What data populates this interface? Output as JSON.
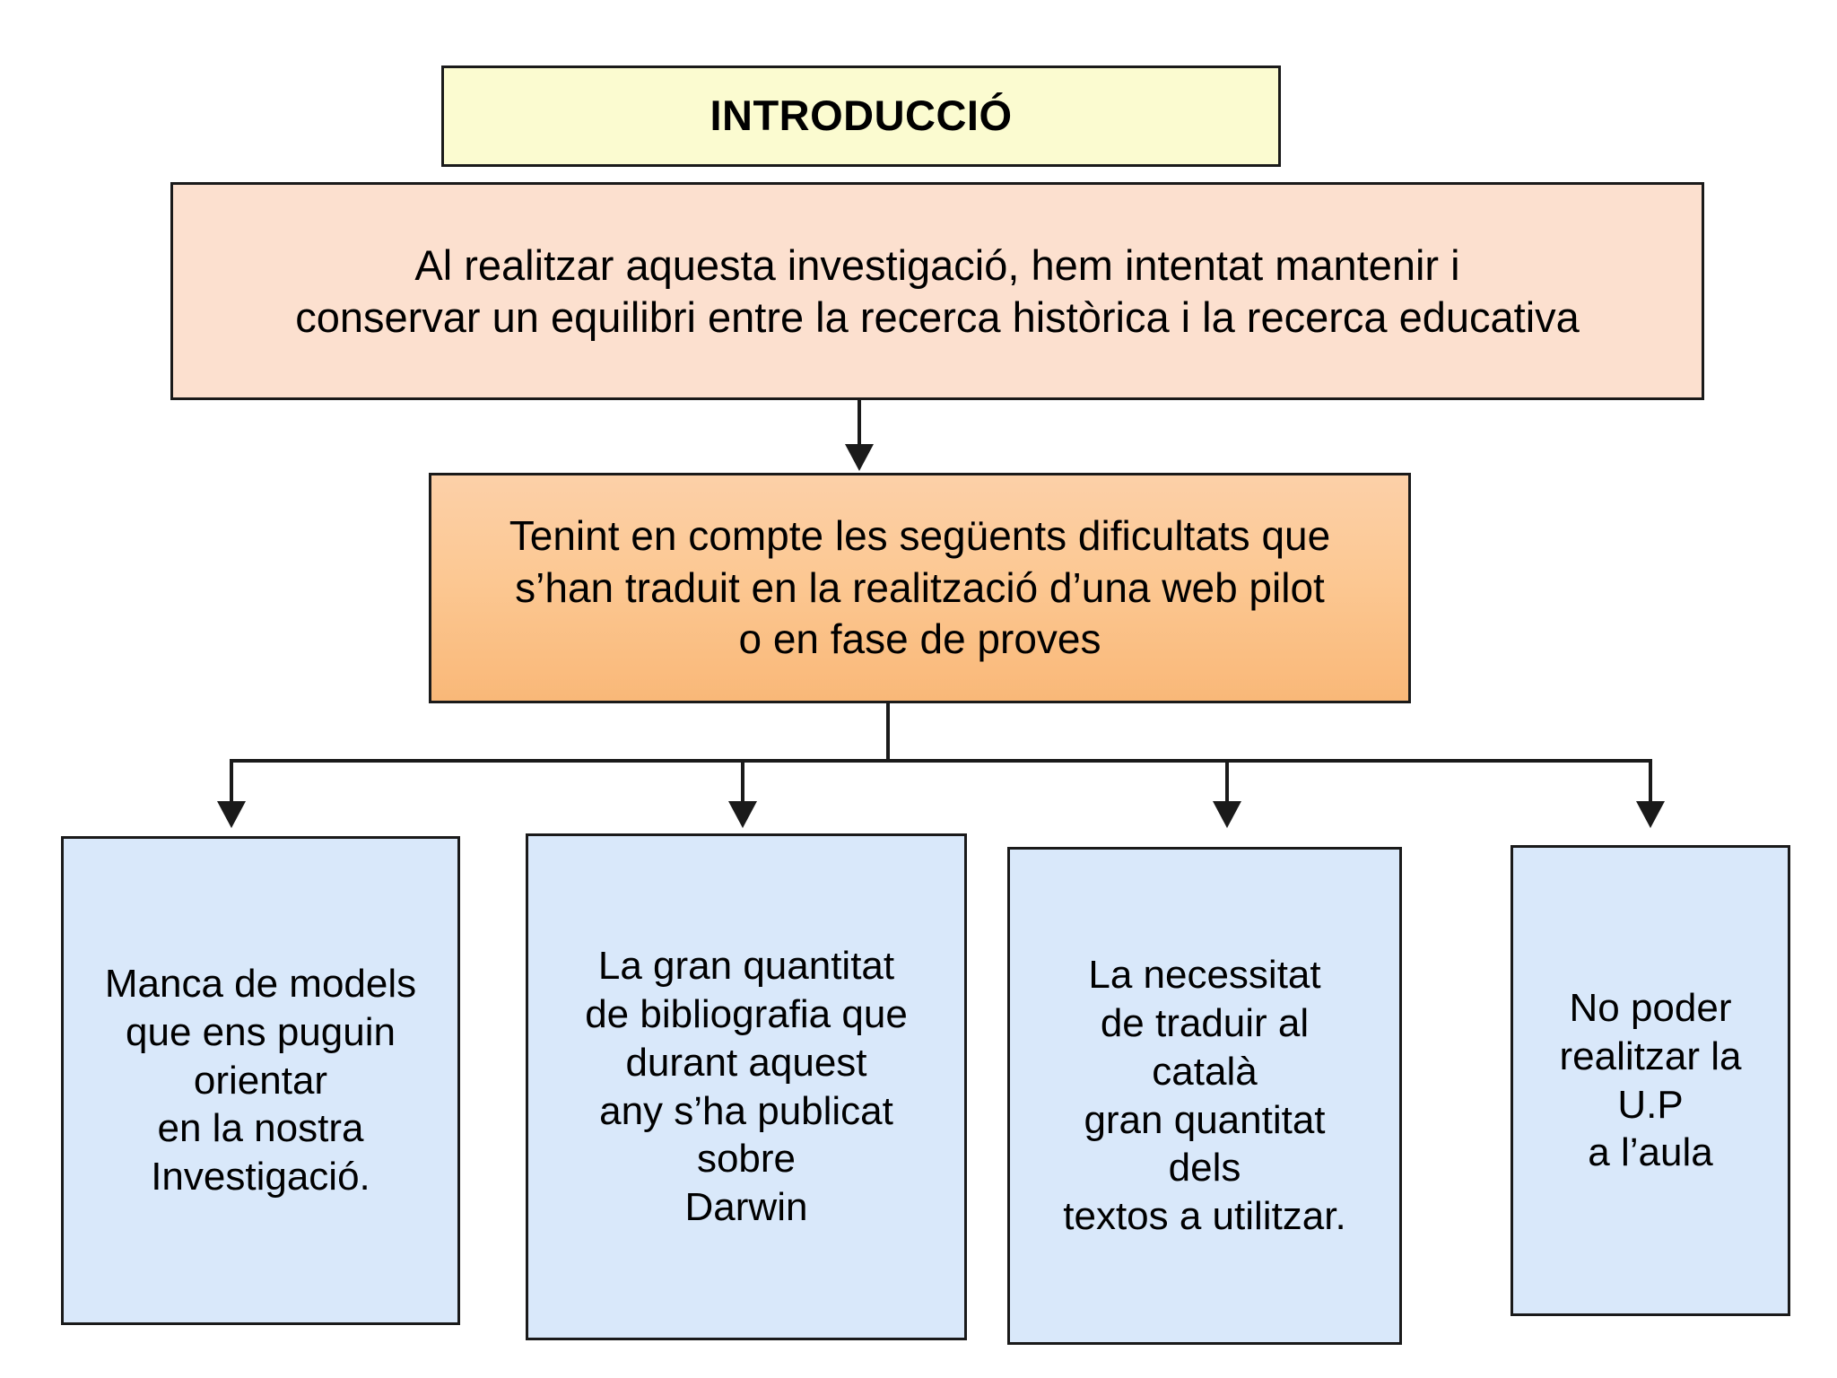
{
  "diagram": {
    "title": "INTRODUCCIÓ",
    "statement": "Al realitzar aquesta investigació, hem intentat mantenir i\nconservar un equilibri entre la recerca històrica i la recerca educativa",
    "difficulties_intro": "Tenint en compte les següents dificultats que\ns’han traduit en la realització d’una web pilot\no en fase de proves",
    "leaves": [
      {
        "text": "Manca de models\nque ens puguin\norientar\nen la nostra\nInvestigació."
      },
      {
        "text": "La gran quantitat\nde bibliografia que\ndurant aquest\nany s’ha publicat\nsobre\nDarwin"
      },
      {
        "text": "La necessitat\nde traduir al\ncatalà\ngran quantitat\ndels\ntextos a utilitzar."
      },
      {
        "text": "No poder\nrealitzar la\nU.P\na l’aula"
      }
    ],
    "colors": {
      "title_fill": "#fbfbd0",
      "statement_fill": "#fce0cf",
      "difficulties_fill": "#fcc893",
      "leaf_fill": "#d9e8fa",
      "border": "#1a1a1a",
      "background": "#ffffff",
      "text": "#000000"
    }
  }
}
